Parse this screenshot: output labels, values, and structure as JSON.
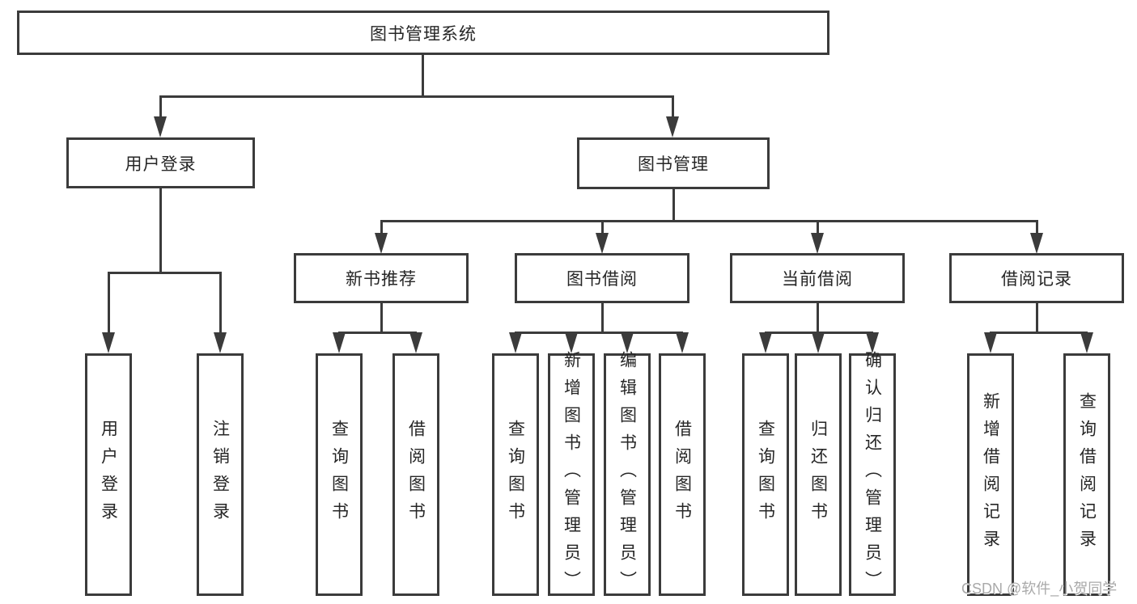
{
  "diagram": {
    "root": {
      "label": "图书管理系统"
    },
    "level2": [
      {
        "label": "用户登录"
      },
      {
        "label": "图书管理"
      }
    ],
    "level3": [
      {
        "label": "新书推荐"
      },
      {
        "label": "图书借阅"
      },
      {
        "label": "当前借阅"
      },
      {
        "label": "借阅记录"
      }
    ],
    "level4": {
      "user_login": [
        "用户登录",
        "注销登录"
      ],
      "new_books": [
        "查询图书",
        "借阅图书"
      ],
      "borrowing": [
        "查询图书",
        "新增图书（管理员）",
        "编辑图书（管理员）",
        "借阅图书"
      ],
      "current": [
        "查询图书",
        "归还图书",
        "确认归还（管理员）"
      ],
      "records": [
        "新增借阅记录",
        "查询借阅记录"
      ]
    },
    "watermark": "CSDN @软件_小贺同学",
    "colors": {
      "line": "#3b3b3b",
      "box_border": "#3b3b3b",
      "text": "#262626",
      "watermark": "#a9a9a9",
      "background": "#ffffff"
    }
  }
}
